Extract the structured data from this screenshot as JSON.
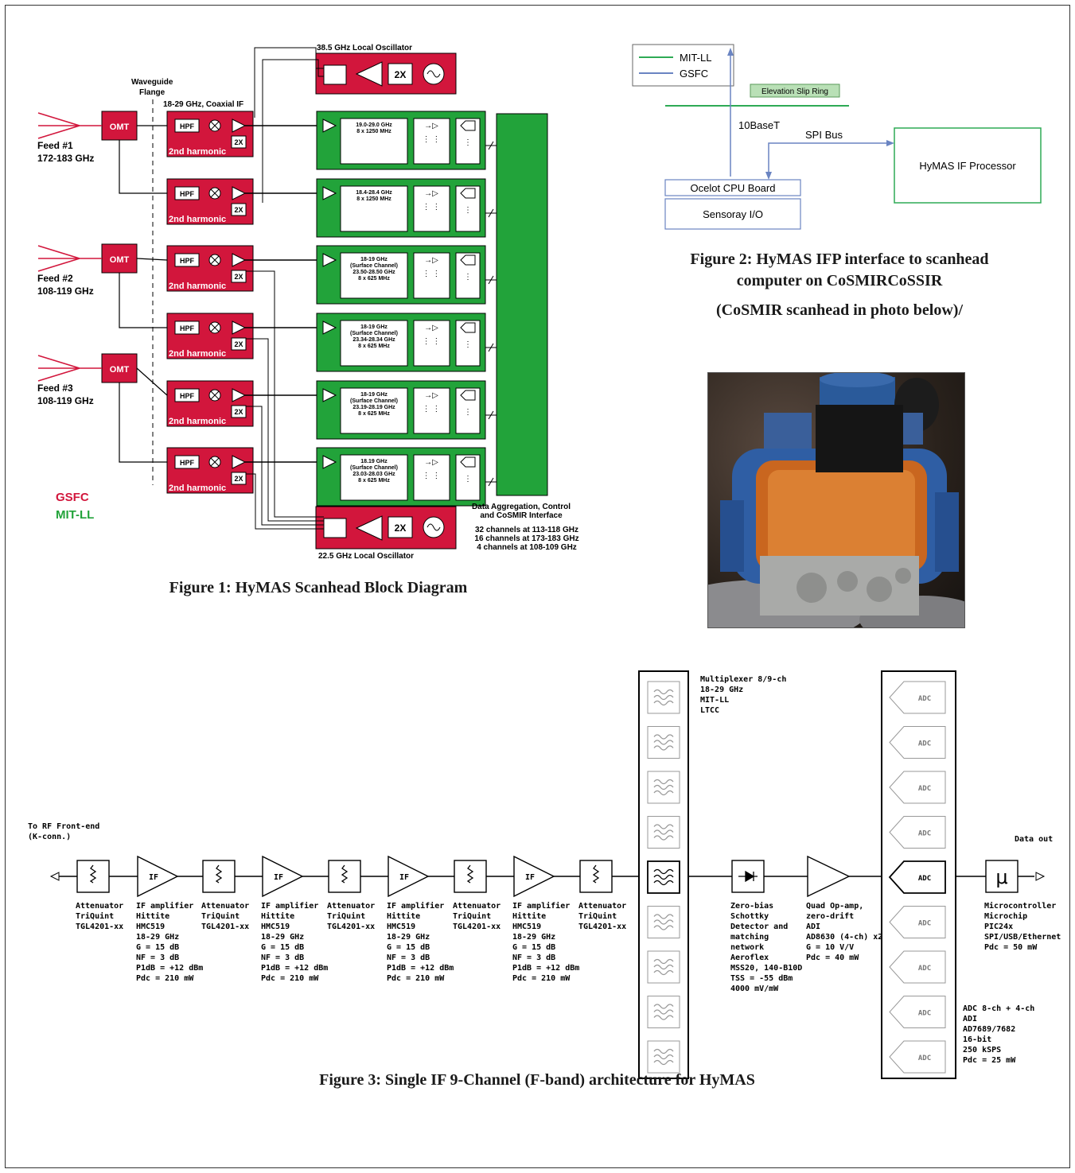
{
  "figure1": {
    "caption": "Figure 1: HyMAS Scanhead Block Diagram",
    "lo_top": "38.5 GHz  Local Oscillator",
    "lo_bottom": "22.5 GHz Local Oscillator",
    "waveguide": "Waveguide",
    "flange": "Flange",
    "coax_if": "18-29 GHz, Coaxial IF",
    "omt": "OMT",
    "hpf": "HPF",
    "x2": "2X",
    "harmonic": "2nd harmonic",
    "feeds": [
      {
        "name": "Feed #1",
        "band": "172-183 GHz"
      },
      {
        "name": "Feed #2",
        "band": "108-119 GHz"
      },
      {
        "name": "Feed #3",
        "band": "108-119 GHz"
      }
    ],
    "channels": [
      [
        "19.0-29.0 GHz",
        "8 x 1250 MHz",
        ""
      ],
      [
        "18.4-28.4 GHz",
        "8 x 1250 MHz",
        ""
      ],
      [
        "18-19 GHz",
        "(Surface Channel)",
        "23.50-28.50 GHz",
        "8 x 625 MHz"
      ],
      [
        "18-19 GHz",
        "(Surface Channel)",
        "23.34-28.34 GHz",
        "8 x 625 MHz"
      ],
      [
        "18-19 GHz",
        "(Surface Channel)",
        "23.19-28.19 GHz",
        "8 x 625 MHz"
      ],
      [
        "18.19 GHz",
        "(Surface Channel)",
        "23.03-28.03 GHz",
        "8 x 625 MHz"
      ]
    ],
    "legend_gsfc": "GSFC",
    "legend_mitll": "MIT-LL",
    "aggregation": [
      "Data Aggregation, Control",
      "and CoSMIR Interface"
    ],
    "channel_counts": [
      "32 channels at 113-118 GHz",
      "16 channels at 173-183 GHz",
      "4 channels at 108-109 GHz"
    ],
    "colors": {
      "gsfc": "#d2163c",
      "mitll": "#22a33a"
    }
  },
  "figure2": {
    "legend_mitll": "MIT-LL",
    "legend_gsfc": "GSFC",
    "slip_ring": "Elevation Slip Ring",
    "ethernet": "10BaseT",
    "spi": "SPI Bus",
    "processor": "HyMAS IF Processor",
    "cpu": "Ocelot CPU Board",
    "io": "Sensoray I/O",
    "caption_lines": [
      "Figure 2: HyMAS IFP interface to scanhead",
      "computer on CoSMIRCoSSIR",
      "(CoSMIR scanhead in photo below)/"
    ],
    "colors": {
      "mitll": "#2eaa55",
      "gsfc": "#6a84c2"
    }
  },
  "figure3": {
    "caption": "Figure 3: Single IF 9-Channel (F-band) architecture for HyMAS",
    "rf_in": [
      "To RF Front-end",
      "(K-conn.)"
    ],
    "data_out": "Data out",
    "amp_label": "IF",
    "mu_label": "μ",
    "adc_label": "ADC",
    "attenuator": [
      "Attenuator",
      "TriQuint",
      "TGL4201-xx"
    ],
    "amplifier": [
      "IF amplifier",
      "Hittite",
      "HMC519",
      "18-29 GHz",
      "G = 15 dB",
      "NF = 3 dB",
      "P1dB = +12 dBm",
      "Pdc = 210 mW"
    ],
    "multiplexer": [
      "Multiplexer 8/9-ch",
      "18-29 GHz",
      "MIT-LL",
      "LTCC"
    ],
    "detector": [
      "Zero-bias",
      "Schottky",
      "Detector and",
      "matching",
      "network",
      "Aeroflex",
      "MSS20, 140-B10D",
      "TSS = -55 dBm",
      "4000 mV/mW"
    ],
    "opamp": [
      "Quad Op-amp,",
      "zero-drift",
      "ADI",
      "AD8630 (4-ch) x2",
      "G = 10 V/V",
      "Pdc = 40 mW"
    ],
    "mcu": [
      "Microcontroller",
      "Microchip",
      "PIC24x",
      "SPI/USB/Ethernet",
      "Pdc = 50 mW"
    ],
    "adc": [
      "ADC 8-ch + 4-ch",
      "ADI",
      "AD7689/7682",
      "16-bit",
      "250 kSPS",
      "Pdc = 25 mW"
    ]
  }
}
